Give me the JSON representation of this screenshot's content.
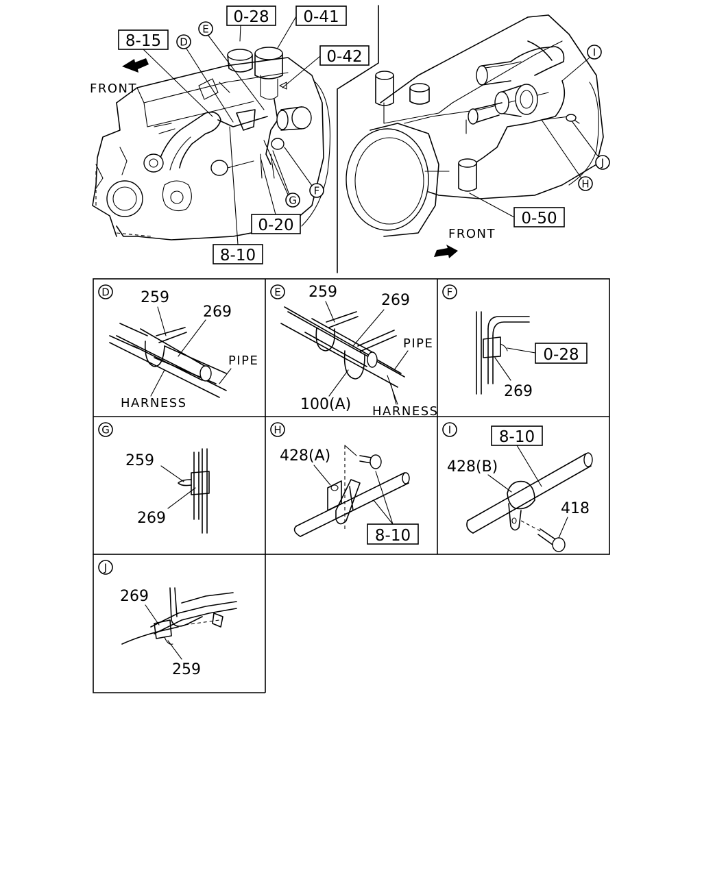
{
  "overview_left": {
    "refs": {
      "r0_28": "0-28",
      "r0_41": "0-41",
      "r0_42": "0-42",
      "r8_15": "8-15",
      "r0_20": "0-20",
      "r8_10": "8-10"
    },
    "markers": {
      "D": "D",
      "E": "E",
      "F": "F",
      "G": "G"
    },
    "front_label": "FRONT"
  },
  "overview_right": {
    "refs": {
      "r0_50": "0-50"
    },
    "markers": {
      "I": "I",
      "J": "J",
      "H": "H"
    },
    "front_label": "FRONT"
  },
  "details": {
    "D": {
      "letter": "D",
      "p1": "259",
      "p2": "269",
      "pipe": "PIPE",
      "harness": "HARNESS"
    },
    "E": {
      "letter": "E",
      "p1": "259",
      "p2": "269",
      "pipe": "PIPE",
      "p3": "100(A)",
      "harness": "HARNESS"
    },
    "F": {
      "letter": "F",
      "ref": "0-28",
      "p1": "269"
    },
    "G": {
      "letter": "G",
      "p1": "259",
      "p2": "269"
    },
    "H": {
      "letter": "H",
      "p1": "428(A)",
      "ref": "8-10"
    },
    "I": {
      "letter": "I",
      "ref": "8-10",
      "p1": "428(B)",
      "p2": "418"
    },
    "J": {
      "letter": "J",
      "p1": "269",
      "p2": "259"
    }
  },
  "colors": {
    "ink": "#000000",
    "paper": "#ffffff"
  }
}
